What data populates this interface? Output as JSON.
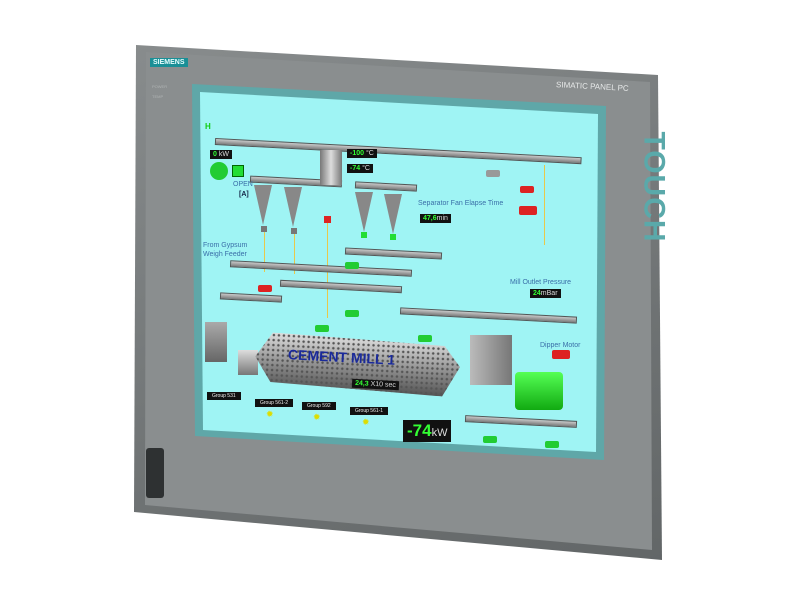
{
  "device": {
    "brand": "SIEMENS",
    "model": "SIMATIC PANEL PC",
    "touch_label": "TOUCH",
    "leds": [
      "POWER",
      "TEMP"
    ]
  },
  "hmi": {
    "status_indicator": "H",
    "fan_power": {
      "value": "0",
      "unit": "kW"
    },
    "damper_state": "OPEN",
    "damper_mode": "[A]",
    "temp1": {
      "value": "-100",
      "unit": "°C"
    },
    "temp2": {
      "value": "-74",
      "unit": "°C"
    },
    "separator_label": "Separator Fan Elapse Time",
    "separator_time": {
      "value": "47,6",
      "unit": "min"
    },
    "gypsum_label_1": "From Gypsum",
    "gypsum_label_2": "Weigh Feeder",
    "pressure_label": "Mill Outlet Pressure",
    "pressure": {
      "value": "24",
      "unit": "mBar"
    },
    "dipper_label": "Dipper Motor",
    "mill_title": "CEMENT MILL 1",
    "mill_timer": {
      "value": "24,3",
      "unit": "X10 sec"
    },
    "groups": [
      "Group 531",
      "Group 561-2",
      "Group 592",
      "Group 561-1"
    ],
    "mill_power": {
      "value": "-74",
      "unit": "kW"
    },
    "colors": {
      "running": "#22dd33",
      "stopped": "#dd2222",
      "background": "#9ff4f4"
    }
  }
}
